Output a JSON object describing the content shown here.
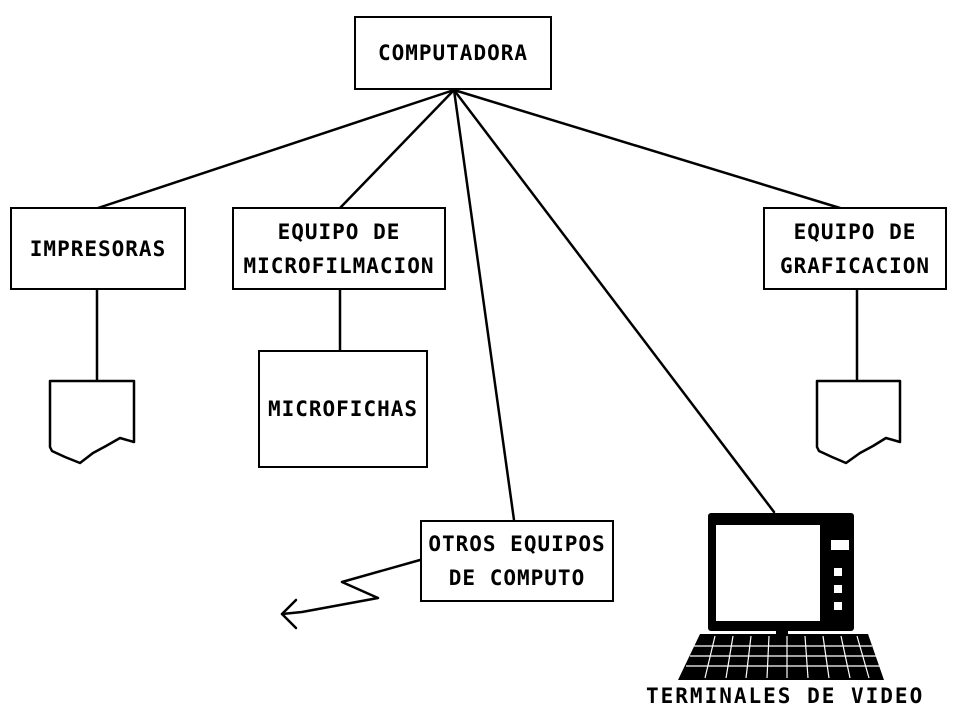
{
  "nodes": {
    "computadora": "COMPUTADORA",
    "impresoras": "IMPRESORAS",
    "microfilmacion": [
      "EQUIPO DE",
      "MICROFILMACION"
    ],
    "microfichas": "MICROFICHAS",
    "graficacion": [
      "EQUIPO DE",
      "GRAFICACION"
    ],
    "otros_equipos": [
      "OTROS EQUIPOS",
      "DE COMPUTO"
    ],
    "terminales": "TERMINALES DE VIDEO"
  }
}
